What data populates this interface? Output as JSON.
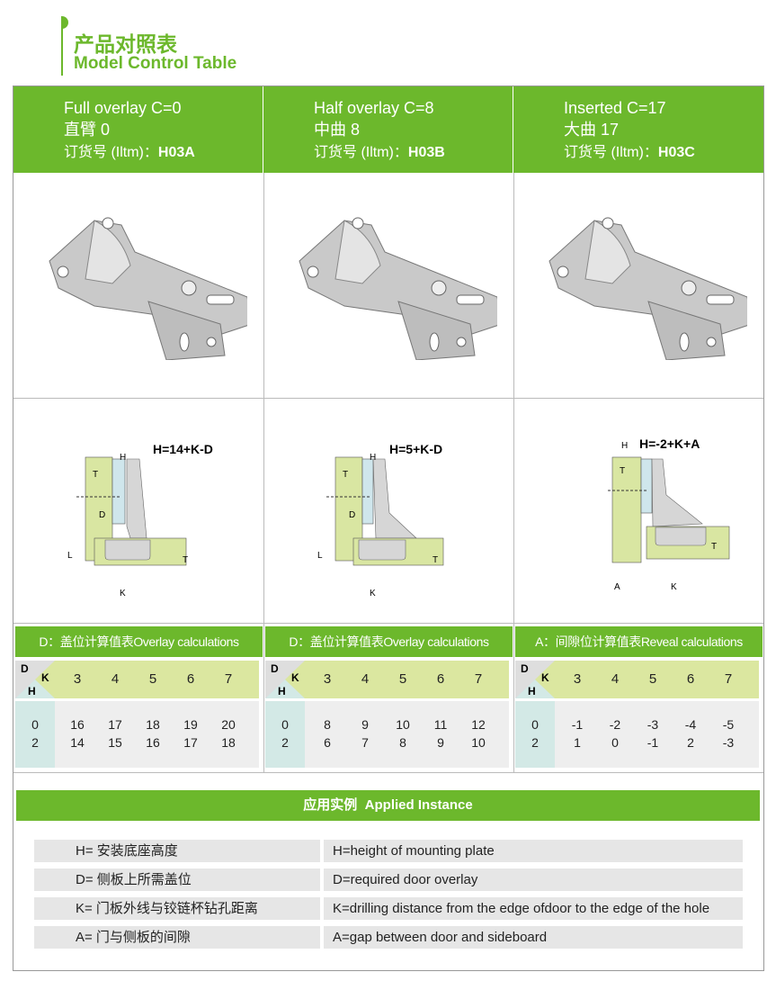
{
  "title": {
    "cn": "产品对照表",
    "en": "Model Control Table"
  },
  "models": [
    {
      "name": "Full overlay C=0",
      "cn": "直臂 0",
      "code_label": "订货号 (Iltm)：",
      "code": "H03A",
      "formula": "H=14+K-D"
    },
    {
      "name": "Half overlay C=8",
      "cn": "中曲 8",
      "code_label": "订货号 (Iltm)：",
      "code": "H03B",
      "formula": "H=5+K-D"
    },
    {
      "name": "Inserted C=17",
      "cn": "大曲 17",
      "code_label": "订货号 (Iltm)：",
      "code": "H03C",
      "formula": "H=-2+K+A"
    }
  ],
  "diagram_labels": {
    "H": "H",
    "T": "T",
    "D": "D",
    "L": "L",
    "K": "K",
    "A": "A"
  },
  "calc_tables": [
    {
      "title": "D：盖位计算值表Overlay calculations",
      "row_label": "D",
      "col_label": "K",
      "h_label": "H",
      "k": [
        "3",
        "4",
        "5",
        "6",
        "7"
      ],
      "rows": [
        {
          "h": "0",
          "values": [
            "16",
            "17",
            "18",
            "19",
            "20"
          ]
        },
        {
          "h": "2",
          "values": [
            "14",
            "15",
            "16",
            "17",
            "18"
          ]
        }
      ]
    },
    {
      "title": "D：盖位计算值表Overlay calculations",
      "row_label": "D",
      "col_label": "K",
      "h_label": "H",
      "k": [
        "3",
        "4",
        "5",
        "6",
        "7"
      ],
      "rows": [
        {
          "h": "0",
          "values": [
            "8",
            "9",
            "10",
            "11",
            "12"
          ]
        },
        {
          "h": "2",
          "values": [
            "6",
            "7",
            "8",
            "9",
            "10"
          ]
        }
      ]
    },
    {
      "title": "A：间隙位计算值表Reveal calculations",
      "row_label": "D",
      "col_label": "K",
      "h_label": "H",
      "k": [
        "3",
        "4",
        "5",
        "6",
        "7"
      ],
      "rows": [
        {
          "h": "0",
          "values": [
            "-1",
            "-2",
            "-3",
            "-4",
            "-5"
          ]
        },
        {
          "h": "2",
          "values": [
            "1",
            "0",
            "-1",
            "2",
            "-3"
          ]
        }
      ]
    }
  ],
  "applied": {
    "title_cn": "应用实例",
    "title_en": "Applied Instance",
    "rows": [
      {
        "cn": "H= 安装底座高度",
        "en": "H=height of mounting plate"
      },
      {
        "cn": "D= 侧板上所需盖位",
        "en": "D=required door overlay"
      },
      {
        "cn": "K= 门板外线与铰链杯钻孔距离",
        "en": "K=drilling distance from the edge ofdoor to the edge of the hole"
      },
      {
        "cn": "A= 门与侧板的间隙",
        "en": "A=gap between door and sideboard"
      }
    ]
  },
  "colors": {
    "green": "#6cb82c",
    "panel": "#dbe7a0",
    "blue": "#d3e9e6"
  }
}
